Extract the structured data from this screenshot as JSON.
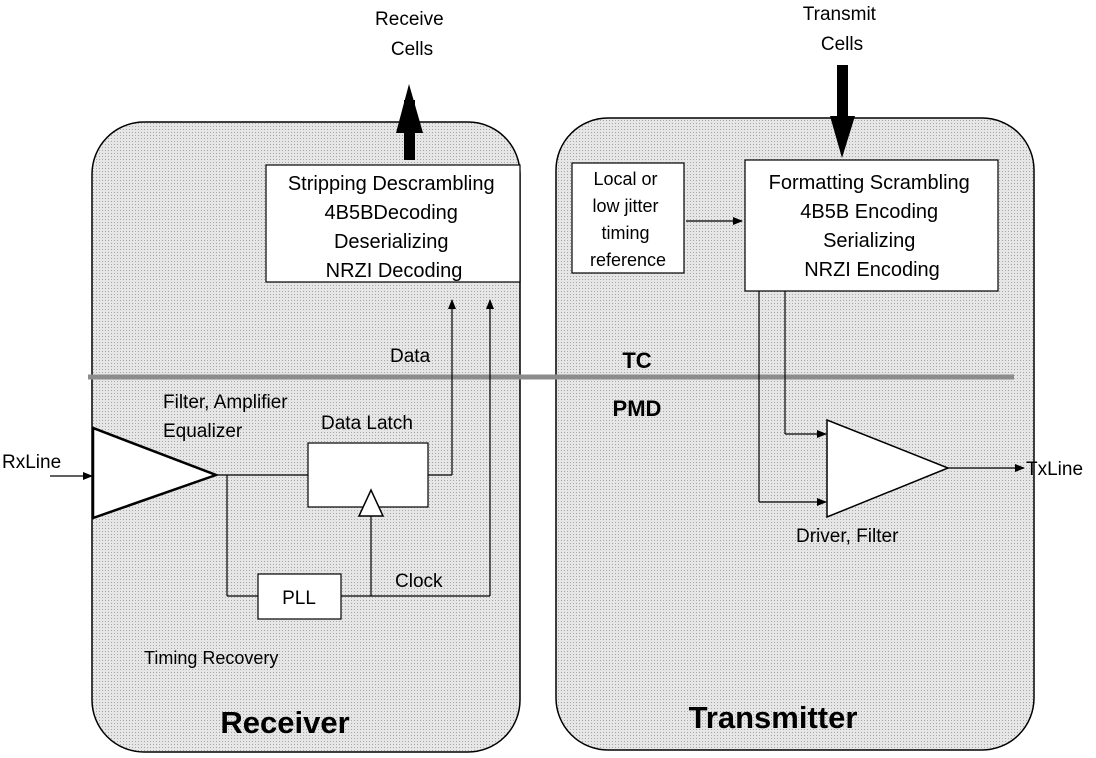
{
  "receive_cells": [
    "Receive",
    "Cells"
  ],
  "transmit_cells": [
    "Transmit",
    "Cells"
  ],
  "receiver": {
    "title": "Receiver",
    "decoder_lines": [
      "Stripping Descrambling",
      "4B5BDecoding",
      "Deserializing",
      "NRZI Decoding"
    ],
    "data_label": "Data",
    "filter_label": [
      "Filter, Amplifier",
      "Equalizer"
    ],
    "data_latch_label": "Data Latch",
    "rxline_label": "RxLine",
    "pll_label": "PLL",
    "clock_label": "Clock",
    "timing_recovery_label": "Timing Recovery"
  },
  "layers": {
    "tc": "TC",
    "pmd": "PMD"
  },
  "transmitter": {
    "title": "Transmitter",
    "timing_ref_lines": [
      "Local or",
      "low jitter",
      "timing",
      "reference"
    ],
    "encoder_lines": [
      "Formatting  Scrambling",
      "4B5B Encoding",
      "Serializing",
      "NRZI Encoding"
    ],
    "driver_label": "Driver, Filter",
    "txline_label": "TxLine"
  }
}
